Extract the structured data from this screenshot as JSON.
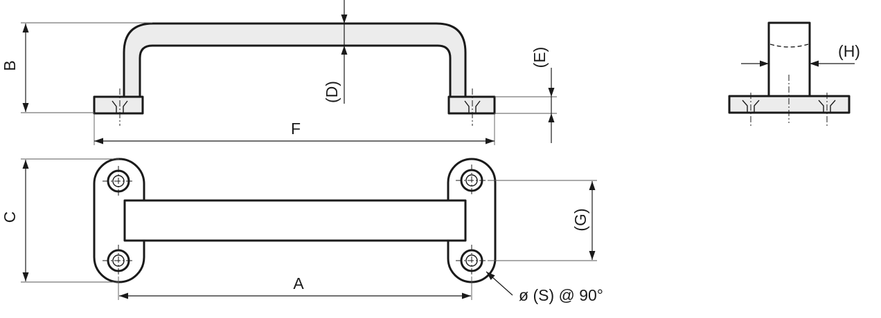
{
  "labels": {
    "a": "A",
    "b": "B",
    "c": "C",
    "d": "(D)",
    "e": "(E)",
    "f": "F",
    "g": "(G)",
    "h": "(H)",
    "s": "ø (S) @ 90°"
  }
}
